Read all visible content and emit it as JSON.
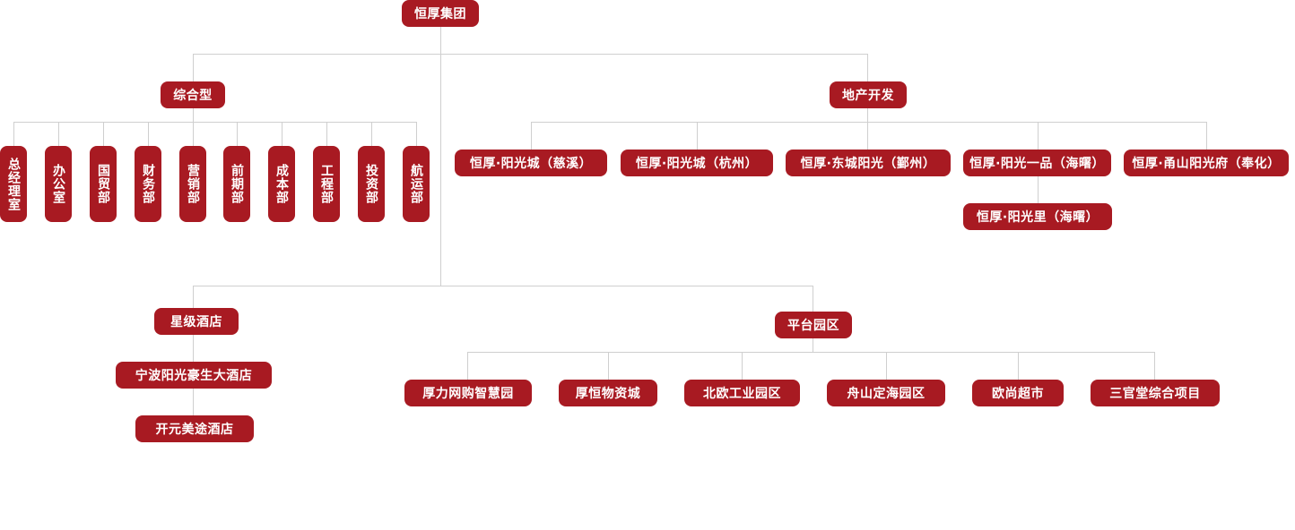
{
  "theme": {
    "node_color": "#a81a22",
    "line_color": "#cfcfcf",
    "text_color": "#ffffff"
  },
  "org": {
    "root": "恒厚集团",
    "general": {
      "label": "综合型",
      "departments": [
        "总经理室",
        "办公室",
        "国贸部",
        "财务部",
        "营销部",
        "前期部",
        "成本部",
        "工程部",
        "投资部",
        "航运部"
      ]
    },
    "realestate": {
      "label": "地产开发",
      "projects": [
        "恒厚·阳光城（慈溪）",
        "恒厚·阳光城（杭州）",
        "恒厚·东城阳光（鄞州）",
        "恒厚·阳光一品（海曙）",
        "恒厚·甬山阳光府（奉化）"
      ],
      "sub_project": "恒厚·阳光里（海曙）"
    },
    "hotels": {
      "label": "星级酒店",
      "items": [
        "宁波阳光豪生大酒店",
        "开元美途酒店"
      ]
    },
    "parks": {
      "label": "平台园区",
      "items": [
        "厚力网购智慧园",
        "厚恒物资城",
        "北欧工业园区",
        "舟山定海园区",
        "欧尚超市",
        "三官堂综合项目"
      ]
    }
  }
}
